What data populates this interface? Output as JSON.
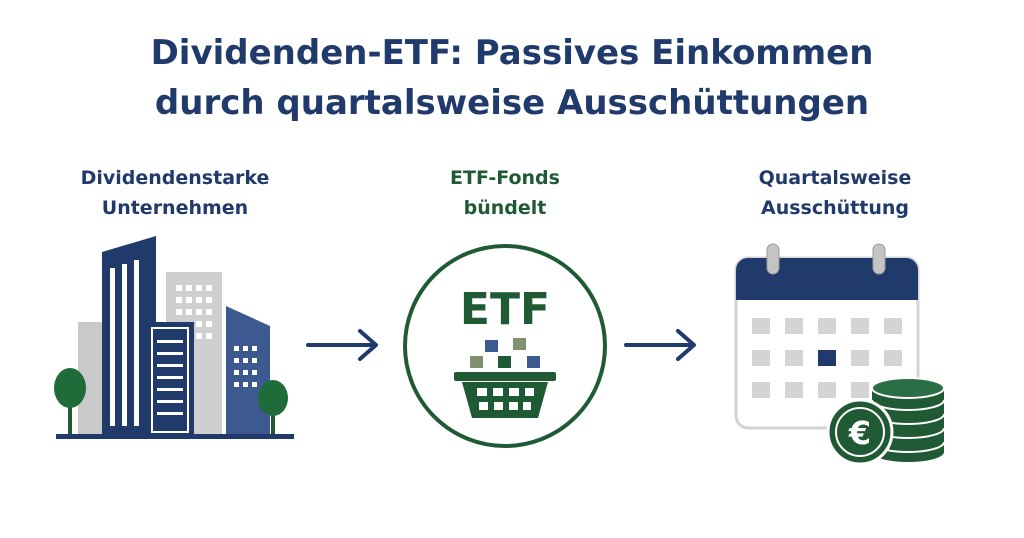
{
  "title": {
    "line1": "Dividenden-ETF: Passives Einkommen",
    "line2": "durch quartalsweise Ausschüttungen"
  },
  "steps": [
    {
      "label_line1": "Dividendenstarke",
      "label_line2": "Unternehmen",
      "icon": "city-buildings-icon"
    },
    {
      "label_line1": "ETF-Fonds",
      "label_line2": "bündelt",
      "icon": "etf-basket-icon",
      "badge_text": "ETF"
    },
    {
      "label_line1": "Quartalsweise",
      "label_line2": "Ausschüttung",
      "icon": "calendar-coins-icon",
      "coin_symbol": "€"
    }
  ],
  "connectors": [
    "arrow-right-icon",
    "arrow-right-icon"
  ],
  "colors": {
    "navy": "#1f3a6b",
    "green": "#1f5a35",
    "gray": "#c8c8c8",
    "light_gray": "#d7d7d7"
  }
}
